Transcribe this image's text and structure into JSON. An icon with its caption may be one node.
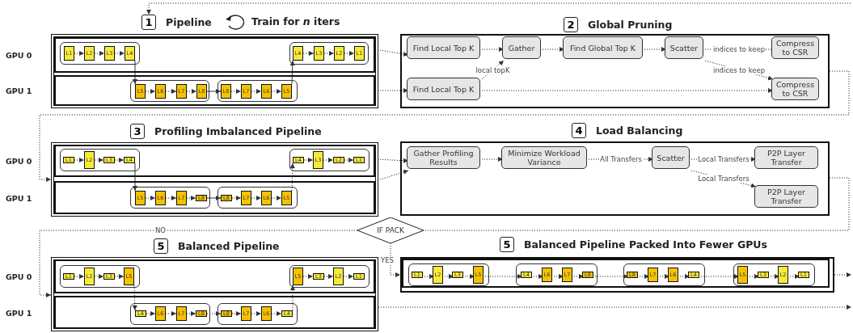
{
  "diagram": {
    "nodes": [
      {
        "text": [
          "1",
          "Pipeline"
        ]
      },
      {
        "text": [
          "GPU 0"
        ],
        "in": 0
      },
      {
        "text": [],
        "shape": "box",
        "in": 1
      },
      {
        "text": [
          "L1"
        ],
        "in": 2
      },
      {
        "text": [
          "L2"
        ],
        "in": 2
      },
      {
        "text": [
          "L3"
        ],
        "in": 2
      },
      {
        "text": [
          "L4"
        ],
        "in": 2
      },
      {
        "text": [],
        "shape": "box",
        "in": 1
      },
      {
        "text": [
          "L4"
        ],
        "in": 7
      },
      {
        "text": [
          "L3"
        ],
        "in": 7
      },
      {
        "text": [
          "L2"
        ],
        "in": 7
      },
      {
        "text": [
          "L1"
        ],
        "in": 7
      },
      {
        "text": [
          "GPU 1"
        ],
        "in": 0
      },
      {
        "text": [],
        "shape": "box",
        "in": 12
      },
      {
        "text": [
          "L5"
        ],
        "in": 13
      },
      {
        "text": [
          "L6"
        ],
        "in": 13
      },
      {
        "text": [
          "L7"
        ],
        "in": 13
      },
      {
        "text": [
          "L8"
        ],
        "in": 13
      },
      {
        "text": [],
        "shape": "box",
        "in": 12
      },
      {
        "text": [
          "L8"
        ],
        "in": 18
      },
      {
        "text": [
          "L7"
        ],
        "in": 18
      },
      {
        "text": [
          "L6"
        ],
        "in": 18
      },
      {
        "text": [
          "L5"
        ],
        "in": 18
      },
      {
        "text": [
          "2",
          "Global Pruning"
        ]
      },
      {
        "text": [
          "Find Local Top K"
        ],
        "in": 23
      },
      {
        "text": [
          "Gather"
        ],
        "in": 23
      },
      {
        "text": [
          "Find Global Top K"
        ],
        "in": 23
      },
      {
        "text": [
          "Scatter"
        ],
        "in": 23
      },
      {
        "text": [
          "Compress to CSR"
        ],
        "in": 23
      },
      {
        "text": [
          "Find Local Top K"
        ],
        "in": 23
      },
      {
        "text": [
          "Compress to CSR"
        ],
        "in": 23
      },
      {
        "text": [
          "3",
          "Profiling Imbalanced Pipeline"
        ]
      },
      {
        "text": [
          "GPU 0"
        ],
        "in": 31
      },
      {
        "text": [],
        "shape": "box",
        "in": 32
      },
      {
        "text": [
          "L1"
        ],
        "in": 33
      },
      {
        "text": [
          "L2"
        ],
        "in": 33
      },
      {
        "text": [
          "L3"
        ],
        "in": 33
      },
      {
        "text": [
          "L4"
        ],
        "in": 33
      },
      {
        "text": [],
        "shape": "box",
        "in": 32
      },
      {
        "text": [
          "L4"
        ],
        "in": 38
      },
      {
        "text": [
          "L3"
        ],
        "in": 38
      },
      {
        "text": [
          "L2"
        ],
        "in": 38
      },
      {
        "text": [
          "L1"
        ],
        "in": 38
      },
      {
        "text": [
          "GPU 1"
        ],
        "in": 31
      },
      {
        "text": [],
        "shape": "box",
        "in": 43
      },
      {
        "text": [
          "L5"
        ],
        "in": 44
      },
      {
        "text": [
          "L6"
        ],
        "in": 44
      },
      {
        "text": [
          "L7"
        ],
        "in": 44
      },
      {
        "text": [
          "L8"
        ],
        "in": 44
      },
      {
        "text": [],
        "shape": "box",
        "in": 43
      },
      {
        "text": [
          "L8"
        ],
        "in": 49
      },
      {
        "text": [
          "L7"
        ],
        "in": 49
      },
      {
        "text": [
          "L6"
        ],
        "in": 49
      },
      {
        "text": [
          "L5"
        ],
        "in": 49
      },
      {
        "text": [
          "4",
          "Load Balancing"
        ]
      },
      {
        "text": [
          "Gather Profiling Results"
        ],
        "in": 54
      },
      {
        "text": [
          "Minimize Workload Variance"
        ],
        "in": 54
      },
      {
        "text": [
          "Scatter"
        ],
        "in": 54
      },
      {
        "text": [
          "P2P Layer Transfer"
        ],
        "in": 54
      },
      {
        "text": [
          "P2P Layer Transfer"
        ],
        "in": 54
      },
      {
        "text": [
          "IF PACK"
        ]
      },
      {
        "text": [
          "5",
          "Balanced Pipeline"
        ]
      },
      {
        "text": [
          "GPU 0"
        ],
        "in": 61
      },
      {
        "text": [],
        "shape": "box",
        "in": 62
      },
      {
        "text": [
          "L1"
        ],
        "in": 63
      },
      {
        "text": [
          "L2"
        ],
        "in": 63
      },
      {
        "text": [
          "L3"
        ],
        "in": 63
      },
      {
        "text": [
          "L5"
        ],
        "in": 63
      },
      {
        "text": [],
        "shape": "box",
        "in": 62
      },
      {
        "text": [
          "L5"
        ],
        "in": 68
      },
      {
        "text": [
          "L3"
        ],
        "in": 68
      },
      {
        "text": [
          "L2"
        ],
        "in": 68
      },
      {
        "text": [
          "L1"
        ],
        "in": 68
      },
      {
        "text": [
          "GPU 1"
        ],
        "in": 61
      },
      {
        "text": [],
        "shape": "box",
        "in": 73
      },
      {
        "text": [
          "L4"
        ],
        "in": 74
      },
      {
        "text": [
          "L6"
        ],
        "in": 74
      },
      {
        "text": [
          "L7"
        ],
        "in": 74
      },
      {
        "text": [
          "L8"
        ],
        "in": 74
      },
      {
        "text": [],
        "shape": "box",
        "in": 73
      },
      {
        "text": [
          "L8"
        ],
        "in": 79
      },
      {
        "text": [
          "L7"
        ],
        "in": 79
      },
      {
        "text": [
          "L6"
        ],
        "in": 79
      },
      {
        "text": [
          "L4"
        ],
        "in": 79
      },
      {
        "text": [
          "5",
          "Balanced Pipeline Packed Into Fewer GPUs"
        ]
      },
      {
        "text": [],
        "shape": "box",
        "in": 84
      },
      {
        "text": [],
        "shape": "box",
        "in": 85
      },
      {
        "text": [
          "L1"
        ],
        "in": 86
      },
      {
        "text": [
          "L2"
        ],
        "in": 86
      },
      {
        "text": [
          "L3"
        ],
        "in": 86
      },
      {
        "text": [
          "L5"
        ],
        "in": 86
      },
      {
        "text": [],
        "shape": "box",
        "in": 85
      },
      {
        "text": [
          "L4"
        ],
        "in": 91
      },
      {
        "text": [
          "L6"
        ],
        "in": 91
      },
      {
        "text": [
          "L7"
        ],
        "in": 91
      },
      {
        "text": [
          "L8"
        ],
        "in": 91
      },
      {
        "text": [],
        "shape": "box",
        "in": 85
      },
      {
        "text": [
          "L8"
        ],
        "in": 96
      },
      {
        "text": [
          "L7"
        ],
        "in": 96
      },
      {
        "text": [
          "L6"
        ],
        "in": 96
      },
      {
        "text": [
          "L4"
        ],
        "in": 96
      },
      {
        "text": [],
        "shape": "box",
        "in": 85
      },
      {
        "text": [
          "L5"
        ],
        "in": 101
      },
      {
        "text": [
          "L3"
        ],
        "in": 101
      },
      {
        "text": [
          "L2"
        ],
        "in": 101
      },
      {
        "text": [
          "L1"
        ],
        "in": 101
      }
    ],
    "edges": [
      {
        "from": 3,
        "to": 4,
        "arrow": "to",
        "style": "dashed"
      },
      {
        "from": 4,
        "to": 5,
        "arrow": "to",
        "style": "dashed"
      },
      {
        "from": 5,
        "to": 6,
        "arrow": "to",
        "style": "dashed"
      },
      {
        "from": 6,
        "to": 14,
        "arrow": "to"
      },
      {
        "from": 14,
        "to": 15,
        "arrow": "to",
        "style": "dashed"
      },
      {
        "from": 15,
        "to": 16,
        "arrow": "to",
        "style": "dashed"
      },
      {
        "from": 16,
        "to": 17,
        "arrow": "to",
        "style": "dashed"
      },
      {
        "from": 17,
        "to": 19,
        "arrow": "to"
      },
      {
        "from": 19,
        "to": 20,
        "arrow": "to",
        "style": "dashed"
      },
      {
        "from": 20,
        "to": 21,
        "arrow": "to",
        "style": "dashed"
      },
      {
        "from": 21,
        "to": 22,
        "arrow": "to",
        "style": "dashed"
      },
      {
        "from": 22,
        "to": 8,
        "arrow": "to"
      },
      {
        "from": 8,
        "to": 9,
        "arrow": "to",
        "style": "dashed"
      },
      {
        "from": 9,
        "to": 10,
        "arrow": "to",
        "style": "dashed"
      },
      {
        "from": 10,
        "to": 11,
        "arrow": "to",
        "style": "dashed"
      },
      {
        "from": 1,
        "to": 24,
        "arrow": "to",
        "style": "dashed"
      },
      {
        "from": 12,
        "to": 29,
        "arrow": "to",
        "style": "dashed"
      },
      {
        "from": 24,
        "to": 25,
        "arrow": "to",
        "style": "dashed"
      },
      {
        "from": 29,
        "to": 25,
        "arrow": "to",
        "style": "dashed",
        "label": "local topK"
      },
      {
        "from": 25,
        "to": 26,
        "arrow": "to",
        "style": "dashed"
      },
      {
        "from": 26,
        "to": 27,
        "arrow": "to",
        "style": "dashed"
      },
      {
        "from": 27,
        "to": 28,
        "arrow": "none",
        "style": "dashed",
        "label": "indices to keep"
      },
      {
        "from": 27,
        "to": 30,
        "arrow": "to",
        "style": "dashed",
        "label": "indices to keep"
      },
      {
        "from": 29,
        "to": 30,
        "arrow": "to",
        "style": "dashed"
      },
      {
        "from": 23,
        "to": 31,
        "arrow": "to",
        "style": "dashed"
      },
      {
        "from": 34,
        "to": 35,
        "arrow": "to",
        "style": "dashed"
      },
      {
        "from": 35,
        "to": 36,
        "arrow": "to",
        "style": "dashed"
      },
      {
        "from": 36,
        "to": 37,
        "arrow": "to",
        "style": "dashed"
      },
      {
        "from": 37,
        "to": 45,
        "arrow": "to"
      },
      {
        "from": 45,
        "to": 46,
        "arrow": "to",
        "style": "dashed"
      },
      {
        "from": 46,
        "to": 47,
        "arrow": "to",
        "style": "dashed"
      },
      {
        "from": 47,
        "to": 48,
        "arrow": "to",
        "style": "dashed"
      },
      {
        "from": 48,
        "to": 50,
        "arrow": "to"
      },
      {
        "from": 50,
        "to": 51,
        "arrow": "to",
        "style": "dashed"
      },
      {
        "from": 51,
        "to": 52,
        "arrow": "to",
        "style": "dashed"
      },
      {
        "from": 52,
        "to": 53,
        "arrow": "to",
        "style": "dashed"
      },
      {
        "from": 53,
        "to": 39,
        "arrow": "to",
        "style": "dashed"
      },
      {
        "from": 39,
        "to": 40,
        "arrow": "to",
        "style": "dashed"
      },
      {
        "from": 40,
        "to": 41,
        "arrow": "to",
        "style": "dashed"
      },
      {
        "from": 41,
        "to": 42,
        "arrow": "to",
        "style": "dashed"
      },
      {
        "from": 32,
        "to": 55,
        "arrow": "to",
        "style": "dashed"
      },
      {
        "from": 43,
        "to": 55,
        "arrow": "to",
        "style": "dashed"
      },
      {
        "from": 55,
        "to": 56,
        "arrow": "to",
        "style": "dashed"
      },
      {
        "from": 56,
        "to": 57,
        "arrow": "to",
        "style": "dashed",
        "label": "All Transfers"
      },
      {
        "from": 57,
        "to": 58,
        "arrow": "to",
        "style": "dashed",
        "label": "Local Transfers"
      },
      {
        "from": 57,
        "to": 59,
        "arrow": "to",
        "style": "dashed",
        "label": "Local Transfers"
      },
      {
        "from": 54,
        "to": 60,
        "arrow": "none",
        "style": "dashed"
      },
      {
        "from": 60,
        "to": 61,
        "arrow": "to",
        "style": "dashed",
        "label": "NO"
      },
      {
        "from": 60,
        "to": 84,
        "arrow": "to",
        "style": "dashed",
        "label": "YES"
      },
      {
        "from": 64,
        "to": 65,
        "arrow": "to",
        "style": "dashed"
      },
      {
        "from": 65,
        "to": 66,
        "arrow": "to",
        "style": "dashed"
      },
      {
        "from": 66,
        "to": 67,
        "arrow": "to",
        "style": "dashed"
      },
      {
        "from": 67,
        "to": 75,
        "arrow": "to",
        "style": "dashed"
      },
      {
        "from": 75,
        "to": 76,
        "arrow": "to",
        "style": "dashed"
      },
      {
        "from": 76,
        "to": 77,
        "arrow": "to",
        "style": "dashed"
      },
      {
        "from": 77,
        "to": 78,
        "arrow": "to",
        "style": "dashed"
      },
      {
        "from": 78,
        "to": 80,
        "arrow": "to",
        "style": "dashed"
      },
      {
        "from": 80,
        "to": 81,
        "arrow": "to",
        "style": "dashed"
      },
      {
        "from": 81,
        "to": 82,
        "arrow": "to",
        "style": "dashed"
      },
      {
        "from": 82,
        "to": 83,
        "arrow": "to",
        "style": "dashed"
      },
      {
        "from": 83,
        "to": 69,
        "arrow": "to",
        "style": "dashed"
      },
      {
        "from": 69,
        "to": 70,
        "arrow": "to",
        "style": "dashed"
      },
      {
        "from": 70,
        "to": 71,
        "arrow": "to",
        "style": "dashed"
      },
      {
        "from": 71,
        "to": 72,
        "arrow": "to",
        "style": "dashed"
      },
      {
        "from": 87,
        "to": 88,
        "arrow": "to",
        "style": "dashed"
      },
      {
        "from": 88,
        "to": 89,
        "arrow": "to",
        "style": "dashed"
      },
      {
        "from": 89,
        "to": 90,
        "arrow": "to",
        "style": "dashed"
      },
      {
        "from": 90,
        "to": 92,
        "arrow": "to",
        "style": "dashed"
      },
      {
        "from": 92,
        "to": 93,
        "arrow": "to",
        "style": "dashed"
      },
      {
        "from": 93,
        "to": 94,
        "arrow": "to",
        "style": "dashed"
      },
      {
        "from": 94,
        "to": 95,
        "arrow": "to",
        "style": "dashed"
      },
      {
        "from": 95,
        "to": 97,
        "arrow": "to",
        "style": "dashed"
      },
      {
        "from": 97,
        "to": 98,
        "arrow": "to",
        "style": "dashed"
      },
      {
        "from": 98,
        "to": 99,
        "arrow": "to",
        "style": "dashed"
      },
      {
        "from": 99,
        "to": 100,
        "arrow": "to",
        "style": "dashed"
      },
      {
        "from": 100,
        "to": 102,
        "arrow": "to",
        "style": "dashed"
      },
      {
        "from": 102,
        "to": 103,
        "arrow": "to",
        "style": "dashed"
      },
      {
        "from": 103,
        "to": 104,
        "arrow": "to",
        "style": "dashed"
      },
      {
        "from": 104,
        "to": 105,
        "arrow": "to",
        "style": "dashed"
      },
      {
        "from": 84,
        "to": null,
        "arrow": "to",
        "style": "dashed"
      },
      {
        "from": 61,
        "to": null,
        "arrow": "to",
        "style": "dashed"
      },
      {
        "from": null,
        "to": 0,
        "arrow": "to",
        "style": "dashed"
      }
    ],
    "labels": [
      "Train for *n* iters"
    ]
  }
}
